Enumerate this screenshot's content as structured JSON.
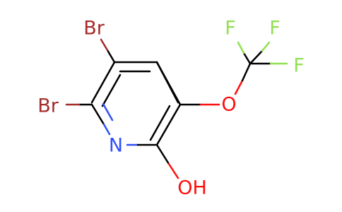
{
  "molecule": {
    "atoms": {
      "br_top": "Br",
      "br_left": "Br",
      "n": "N",
      "oh": "OH",
      "o": "O",
      "f_top_left": "F",
      "f_top_right": "F",
      "f_right": "F"
    },
    "colors": {
      "bond": "#000000",
      "bromine": "#a52a2a",
      "nitrogen": "#3050f8",
      "oxygen": "#ff0d0d",
      "fluorine": "#90e050",
      "background": "#ffffff"
    }
  }
}
